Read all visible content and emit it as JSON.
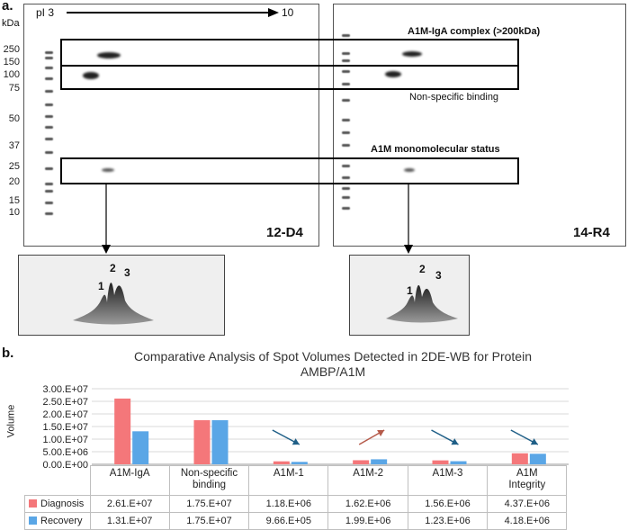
{
  "panel_a": {
    "label": "a.",
    "kda": "kDa",
    "pi_start": "pI 3",
    "pi_end": "10",
    "mw_markers": [
      "250",
      "150",
      "100",
      "75",
      "50",
      "37",
      "25",
      "20",
      "15",
      "10"
    ],
    "gel_left_name": "12-D4",
    "gel_right_name": "14-R4",
    "box1_label": "A1M-IgA complex (>200kDa)",
    "box2_label": "Non-specific binding",
    "box3_label": "A1M monomolecular status",
    "peak_labels": [
      "1",
      "2",
      "3"
    ]
  },
  "panel_b": {
    "label": "b.",
    "colors": {
      "diagnosis": "#f4777a",
      "recovery": "#5aa6e6",
      "arrow_down": "#1f5f87",
      "arrow_up": "#b55a4a"
    }
  },
  "chart_data": {
    "type": "bar",
    "title": "Comparative Analysis of Spot Volumes Detected in 2DE-WB for Protein AMBP/A1M",
    "title_line1": "Comparative Analysis of Spot Volumes Detected in 2DE-WB for Protein",
    "title_line2": "AMBP/A1M",
    "ylabel": "Volume",
    "ylim": [
      0,
      30000000
    ],
    "yticks": [
      "0.00.E+00",
      "5.00.E+06",
      "1.00.E+07",
      "1.50.E+07",
      "2.00.E+07",
      "2.50.E+07",
      "3.00.E+07"
    ],
    "categories": [
      "A1M-IgA",
      "Non-specific binding",
      "A1M-1",
      "A1M-2",
      "A1M-3",
      "A1M Integrity"
    ],
    "category_lines": [
      [
        "A1M-IgA"
      ],
      [
        "Non-specific",
        "binding"
      ],
      [
        "A1M-1"
      ],
      [
        "A1M-2"
      ],
      [
        "A1M-3"
      ],
      [
        "A1M",
        "Integrity"
      ]
    ],
    "series": [
      {
        "name": "Diagnosis",
        "values": [
          26100000,
          17500000,
          1180000,
          1620000,
          1560000,
          4370000
        ],
        "labels": [
          "2.61.E+07",
          "1.75.E+07",
          "1.18.E+06",
          "1.62.E+06",
          "1.56.E+06",
          "4.37.E+06"
        ]
      },
      {
        "name": "Recovery",
        "values": [
          13100000,
          17500000,
          966000,
          1990000,
          1230000,
          4180000
        ],
        "labels": [
          "1.31.E+07",
          "1.75.E+07",
          "9.66.E+05",
          "1.99.E+06",
          "1.23.E+06",
          "4.18.E+06"
        ]
      }
    ],
    "trend_arrows": [
      "none",
      "none",
      "down",
      "up",
      "down",
      "down"
    ],
    "grid": true,
    "legend": "table-left"
  }
}
